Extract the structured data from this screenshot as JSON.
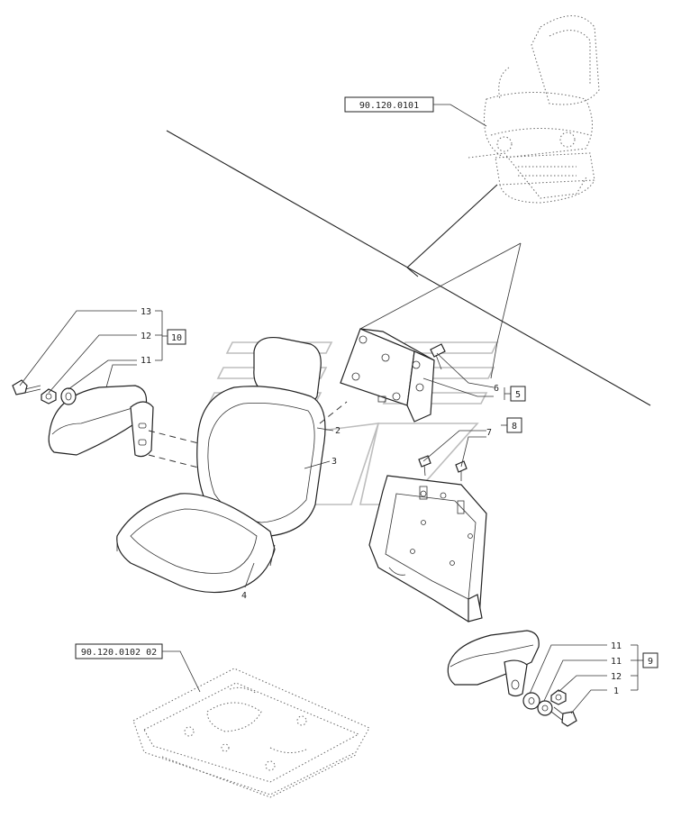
{
  "references": {
    "seat_assembly": "90.120.0101",
    "seat_base": "90.120.0102 02"
  },
  "item_labels": {
    "left_armrest_group": "10",
    "left_bolt": "13",
    "left_nut": "12",
    "left_washer": "11",
    "backrest": "2",
    "backrest_cover": "3",
    "cushion": "4",
    "hinge_group": "5",
    "hinge_plate": "6",
    "hinge_screw": "7",
    "frame_group": "8",
    "right_armrest_group": "9",
    "right_washer_a": "11",
    "right_washer_b": "11",
    "right_nut": "12",
    "right_bolt": "1"
  }
}
